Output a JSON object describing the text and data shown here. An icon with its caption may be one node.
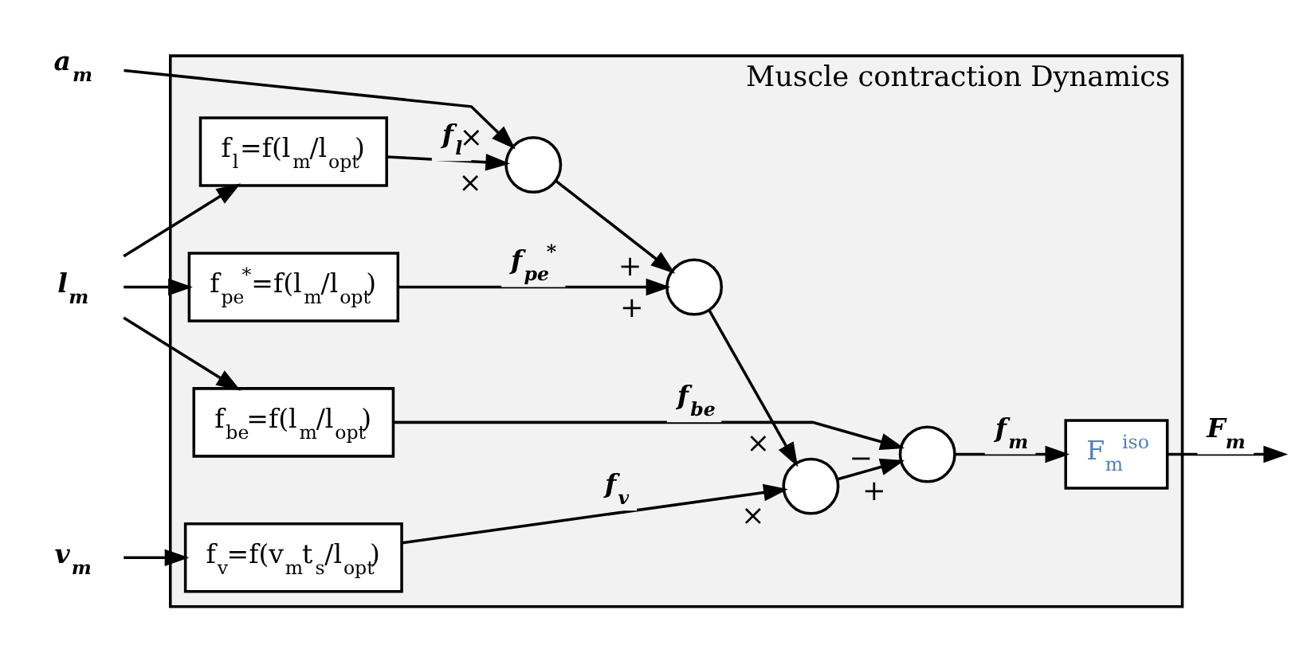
{
  "diagram": {
    "nodes": [
      {
        "text": [
          "Muscle contraction Dynamics"
        ]
      },
      {
        "text": [
          "a$_{m}$"
        ]
      },
      {
        "text": [
          "l$_{m}$"
        ]
      },
      {
        "text": [
          "v$_{m}$"
        ]
      },
      {
        "text": [
          "f$_{l}$=f(l$_{m}$/l$_{opt}$)"
        ],
        "in": 0
      },
      {
        "text": [
          "f$_{pe}$$^{*}$=f(l$_{m}$/l$_{opt}$)"
        ],
        "in": 0
      },
      {
        "text": [
          "f$_{be}$=f(l$_{m}$/l$_{opt}$)"
        ],
        "in": 0
      },
      {
        "text": [
          "f$_{v}$=f(v$_{m}$t$_{s}$/l$_{opt}$)"
        ],
        "in": 0
      },
      {
        "text": [],
        "shape": "circle",
        "in": 0,
        "beside": [
          "×",
          "×"
        ]
      },
      {
        "text": [],
        "shape": "circle",
        "in": 0,
        "beside": [
          "+",
          "+"
        ]
      },
      {
        "text": [],
        "shape": "circle",
        "in": 0,
        "beside": [
          "×",
          "×"
        ]
      },
      {
        "text": [],
        "shape": "circle",
        "in": 0,
        "beside": [
          "+",
          "−"
        ]
      },
      {
        "text": [
          "F$_{m}$$^{iso}$"
        ],
        "in": 0
      }
    ],
    "edges": [
      {
        "from": 1,
        "to": 8,
        "arrow": "to"
      },
      {
        "from": 2,
        "to": 4,
        "arrow": "to"
      },
      {
        "from": 2,
        "to": 5,
        "arrow": "to"
      },
      {
        "from": 2,
        "to": 6,
        "arrow": "to"
      },
      {
        "from": 3,
        "to": 7,
        "arrow": "to"
      },
      {
        "from": 4,
        "to": 8,
        "arrow": "to",
        "label": "f$_{l}$"
      },
      {
        "from": 8,
        "to": 9,
        "arrow": "to"
      },
      {
        "from": 5,
        "to": 9,
        "arrow": "to",
        "label": "f$_{pe}$$^{*}$"
      },
      {
        "from": 9,
        "to": 10,
        "arrow": "to"
      },
      {
        "from": 7,
        "to": 10,
        "arrow": "to",
        "label": "f$_{v}$"
      },
      {
        "from": 10,
        "to": 11,
        "arrow": "to"
      },
      {
        "from": 6,
        "to": 11,
        "arrow": "to",
        "label": "f$_{be}$"
      },
      {
        "from": 11,
        "to": 12,
        "arrow": "to",
        "label": "f$_{m}$"
      },
      {
        "from": 12,
        "to": null,
        "arrow": "to",
        "label": "F$_{m}$"
      }
    ]
  }
}
